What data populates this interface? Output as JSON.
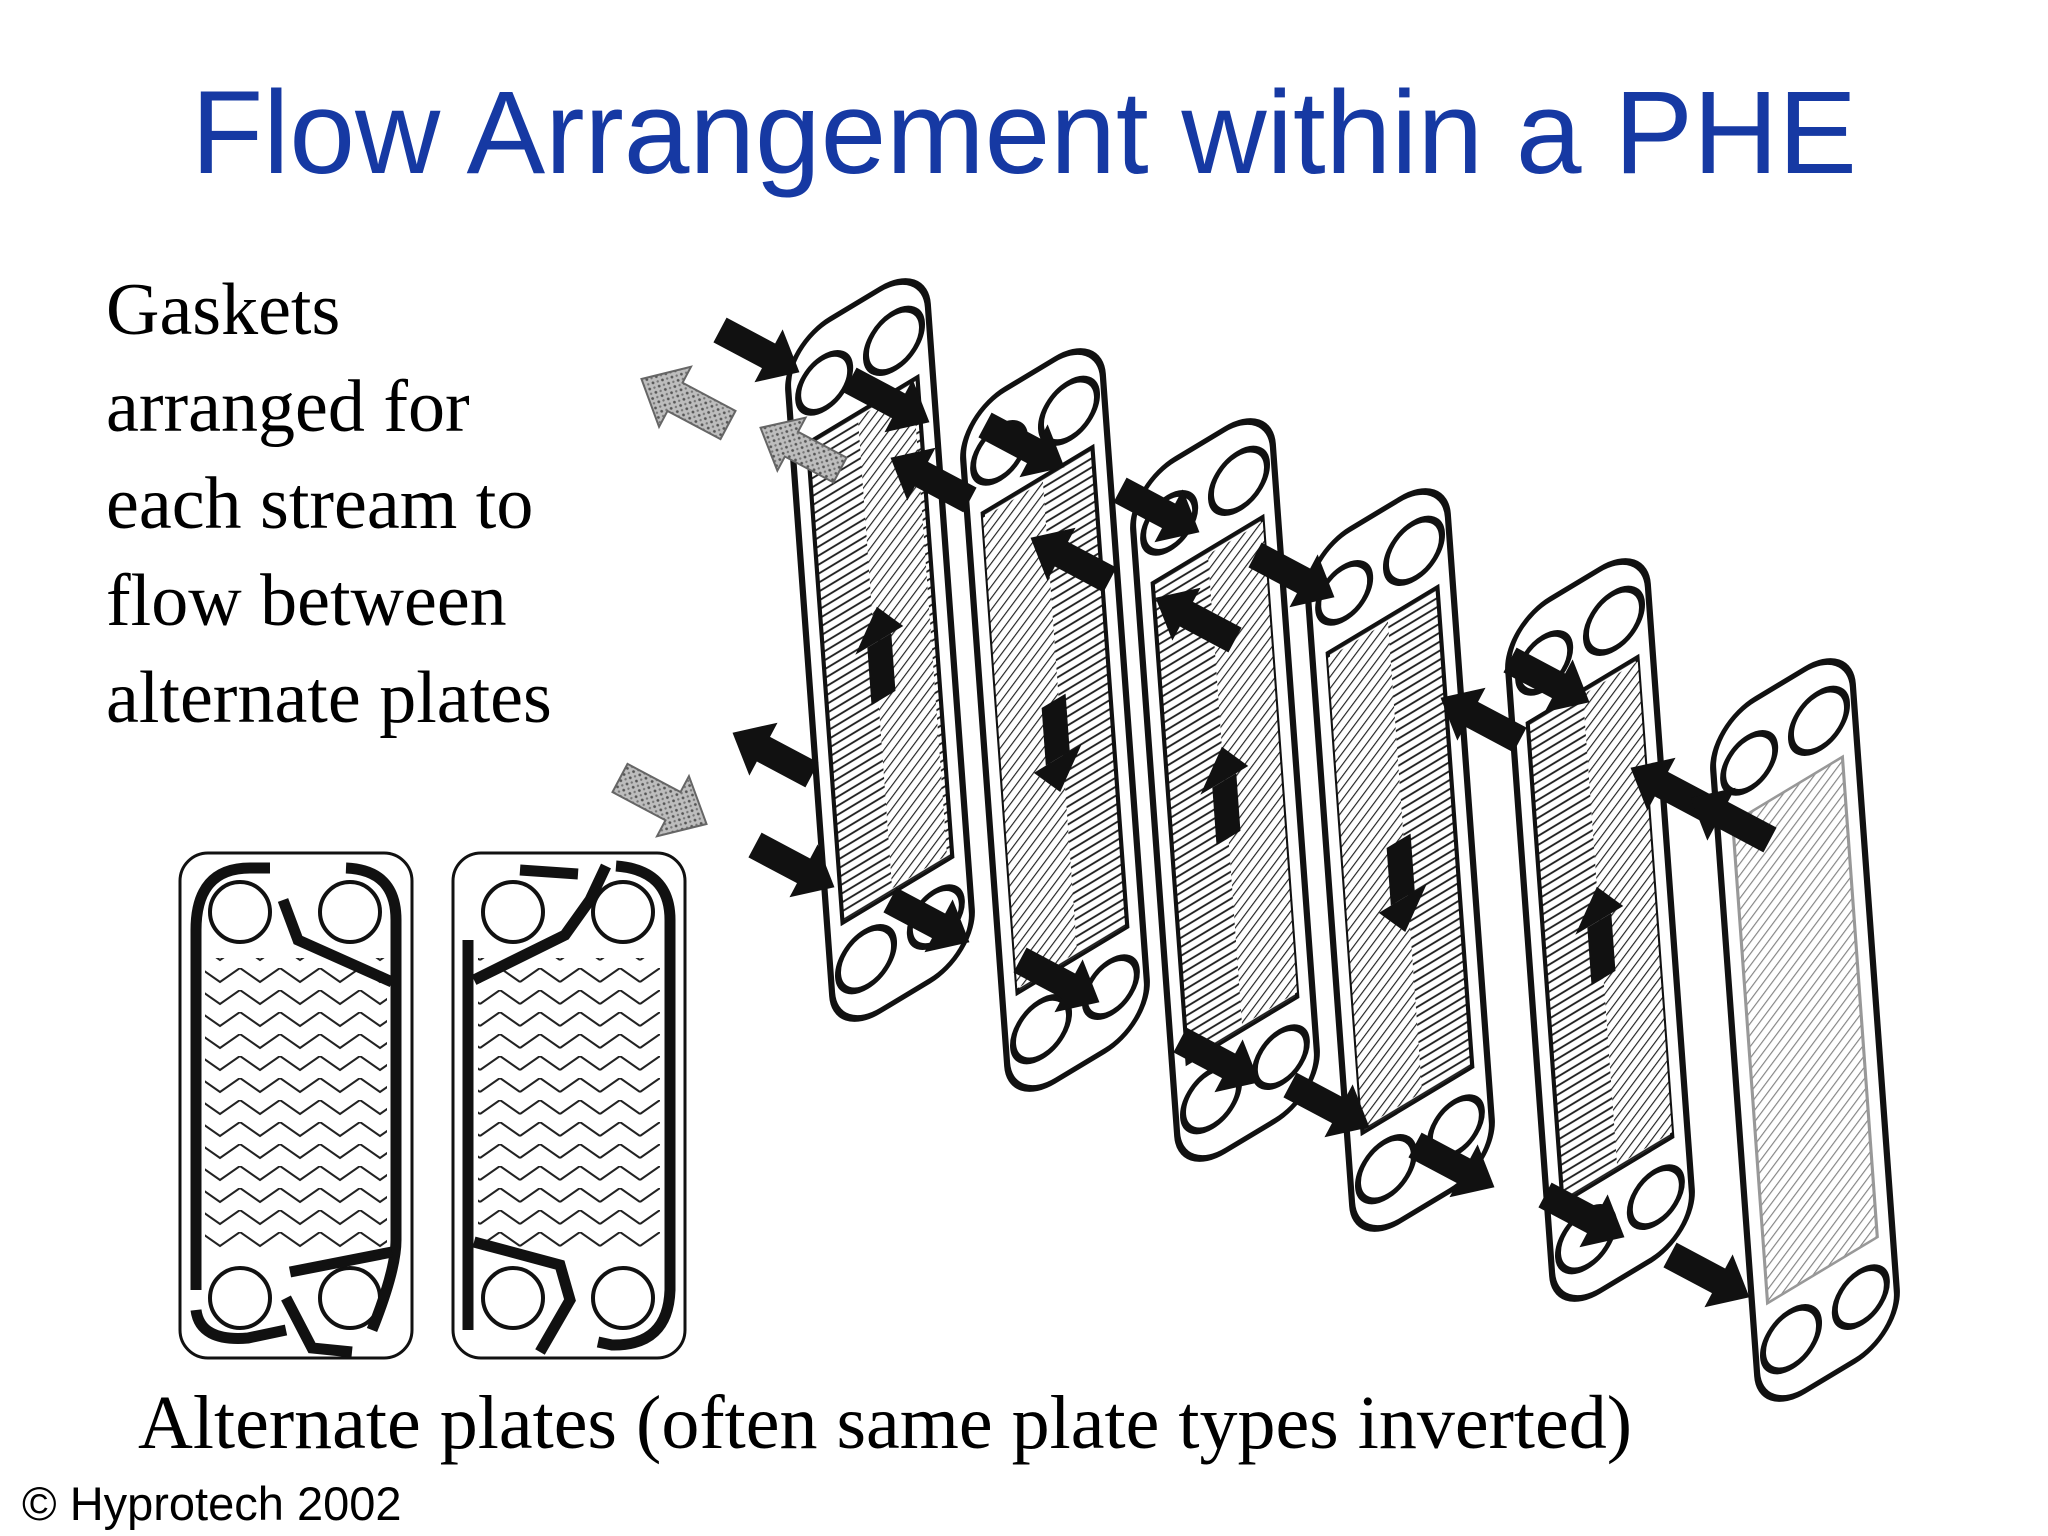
{
  "slide": {
    "title": "Flow Arrangement within a PHE",
    "description_lines": [
      "Gaskets",
      "arranged for",
      "each stream to",
      "flow between",
      "alternate plates"
    ],
    "caption": "Alternate plates (often same plate types inverted)",
    "copyright": "© Hyprotech 2002"
  },
  "colors": {
    "title": "#1639a3",
    "ink": "#111111",
    "hot_arrow": "#111111",
    "cold_arrow": "#8a8a8a"
  },
  "plates_in_stack": 6,
  "gasket_plate_views": 2
}
